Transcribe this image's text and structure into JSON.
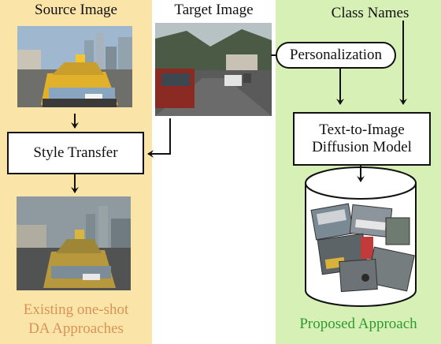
{
  "left_panel": {
    "title": "Source Image",
    "box_label": "Style Transfer",
    "caption_line1": "Existing one-shot",
    "caption_line2": "DA Approaches"
  },
  "middle": {
    "title": "Target Image"
  },
  "right_panel": {
    "title": "Class Names",
    "pill_label": "Personalization",
    "box_line1": "Text-to-Image",
    "box_line2": "Diffusion Model",
    "caption": "Proposed Approach"
  },
  "colors": {
    "left_bg": "#fbe4a7",
    "right_bg": "#d7f0b6",
    "left_caption": "#d8935a",
    "right_caption": "#2e9a2e"
  }
}
